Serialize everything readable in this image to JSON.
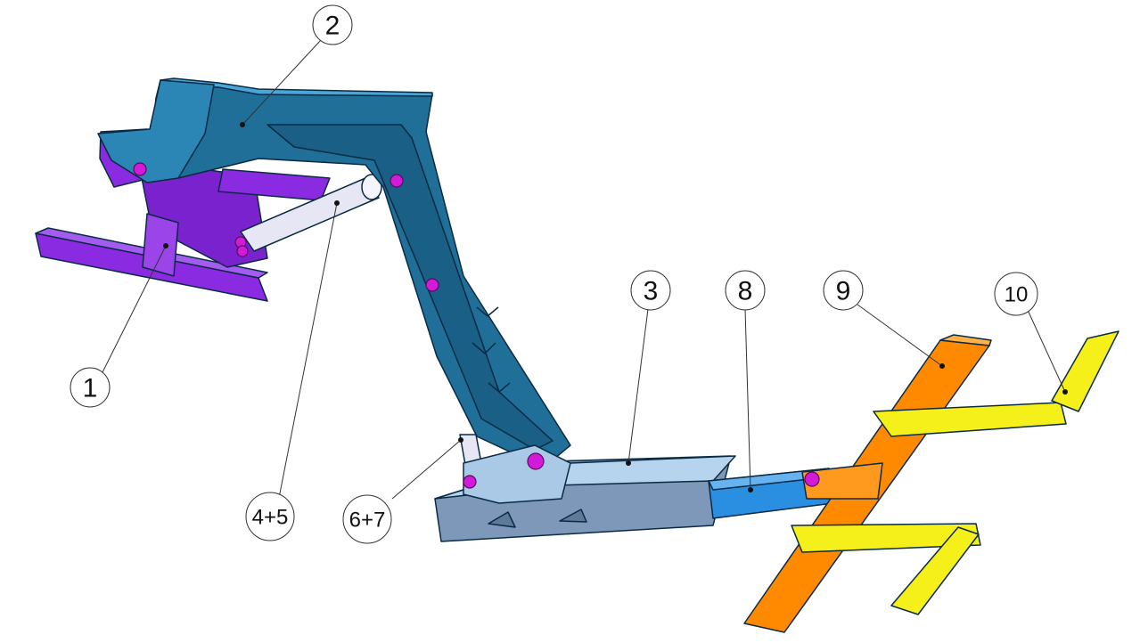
{
  "colors": {
    "base_frame": "#8a2be2",
    "main_arm": "#1f7aa6",
    "lower_box": "#8fb3d1",
    "inner_arm": "#2a8fe0",
    "cross_bar": "#ff8a00",
    "side_bars": "#f5ef1a",
    "pins": "#d21ad8",
    "cylinder": "#e6e6f5"
  },
  "callouts": [
    {
      "label": "1"
    },
    {
      "label": "2"
    },
    {
      "label": "3"
    },
    {
      "label": "4+5"
    },
    {
      "label": "6+7"
    },
    {
      "label": "8"
    },
    {
      "label": "9"
    },
    {
      "label": "10"
    }
  ]
}
